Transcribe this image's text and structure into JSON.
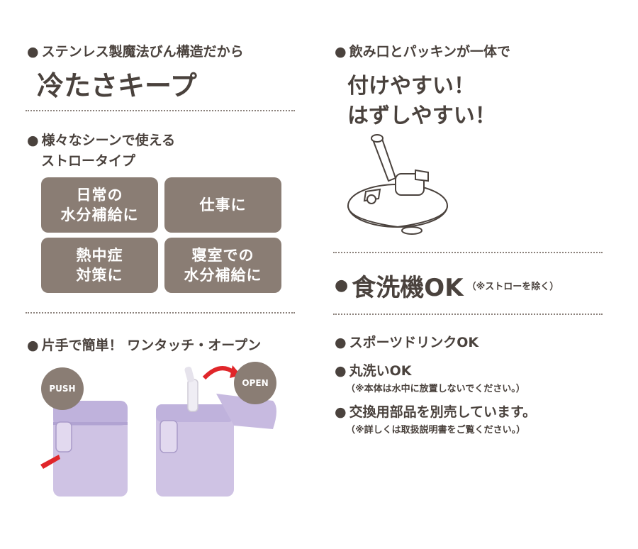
{
  "left": {
    "cold": {
      "bullet": "ステンレス製魔法びん構造だから",
      "headline": "冷たさキープ"
    },
    "straw": {
      "bullet_line1": "様々なシーンで使える",
      "bullet_line2": "ストロータイプ",
      "tiles": [
        {
          "line1": "日常の",
          "line2": "水分補給に"
        },
        {
          "line1": "仕事に",
          "line2": ""
        },
        {
          "line1": "熱中症",
          "line2": "対策に"
        },
        {
          "line1": "寝室での",
          "line2": "水分補給に"
        }
      ]
    },
    "onetouch": {
      "bullet": "片手で簡単！ ワンタッチ・オープン",
      "push_label": "PUSH",
      "open_label": "OPEN"
    }
  },
  "right": {
    "mouthpiece": {
      "bullet": "飲み口とパッキンが一体で",
      "headline_line1": "付けやすい！",
      "headline_line2": "はずしやすい！"
    },
    "dishwasher": {
      "title": "食洗機OK",
      "note": "（※ストローを除く）"
    },
    "features": [
      {
        "label": "スポーツドリンクOK",
        "note": ""
      },
      {
        "label": "丸洗いOK",
        "note": "（※本体は水中に放置しないでください。）"
      },
      {
        "label": "交換用部品を別売しています。",
        "note": "（※詳しくは取扱説明書をご覧ください。）"
      }
    ]
  },
  "colors": {
    "text": "#4a423d",
    "tile": "#8a7d74",
    "bottle": "#c9bde0",
    "arrow": "#e0262a"
  }
}
